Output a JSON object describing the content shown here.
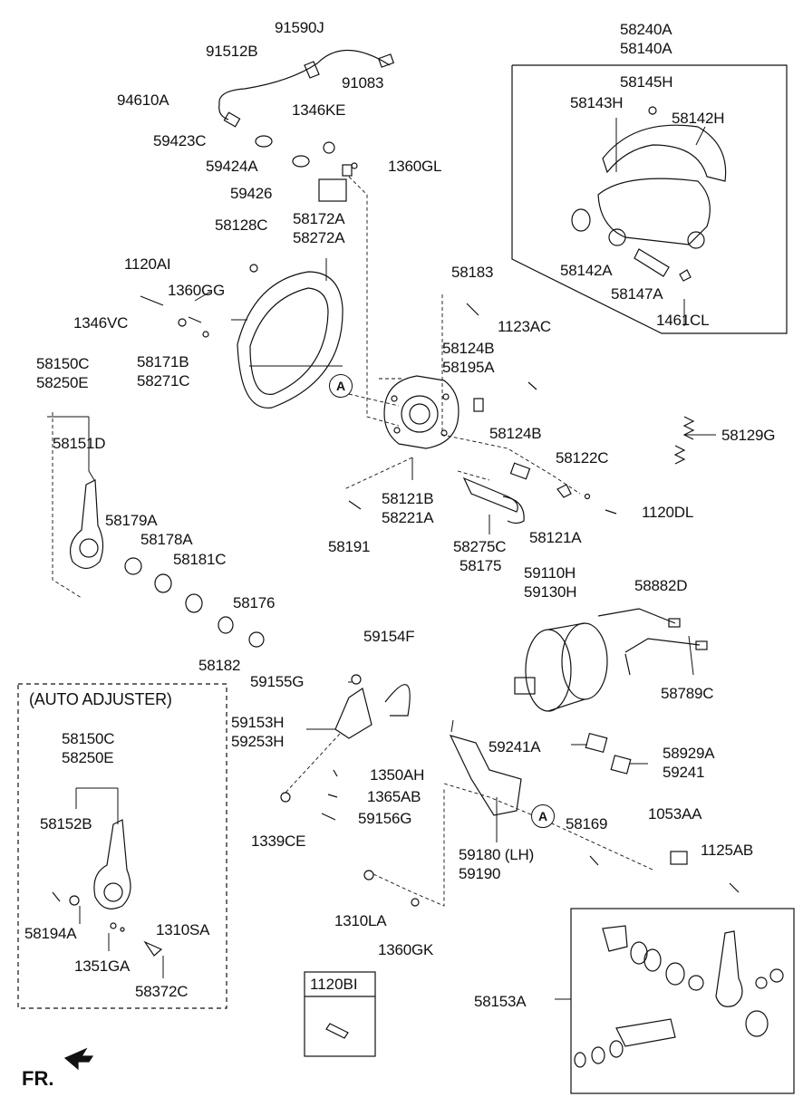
{
  "section_title": "(AUTO ADJUSTER)",
  "direction_label": "FR.",
  "callout_marker": "A",
  "inset_box_label": "1120BI",
  "labels": {
    "p91590J": "91590J",
    "p91512B": "91512B",
    "p91083": "91083",
    "p94610A": "94610A",
    "p1346KE": "1346KE",
    "p59423C": "59423C",
    "p59424A": "59424A",
    "p1360GL": "1360GL",
    "p59426": "59426",
    "p58172A": "58172A",
    "p58272A": "58272A",
    "p58128C": "58128C",
    "p1120AI": "1120AI",
    "p1360GG": "1360GG",
    "p1346VC": "1346VC",
    "p58150C_top": "58150C",
    "p58250E_top": "58250E",
    "p58171B": "58171B",
    "p58271C": "58271C",
    "p58151D": "58151D",
    "p58179A": "58179A",
    "p58178A": "58178A",
    "p58181C": "58181C",
    "p58176": "58176",
    "p58182": "58182",
    "p58240A": "58240A",
    "p58140A": "58140A",
    "p58145H": "58145H",
    "p58143H": "58143H",
    "p58142H": "58142H",
    "p58142A": "58142A",
    "p58147A": "58147A",
    "p1461CL": "1461CL",
    "p58183": "58183",
    "p1123AC": "1123AC",
    "p58124B_a": "58124B",
    "p58195A": "58195A",
    "p58124B_b": "58124B",
    "p58129G": "58129G",
    "p58122C": "58122C",
    "p1120DL": "1120DL",
    "p58121B": "58121B",
    "p58221A": "58221A",
    "p58191": "58191",
    "p58275C": "58275C",
    "p58175": "58175",
    "p58121A": "58121A",
    "p59110H": "59110H",
    "p59130H": "59130H",
    "p58882D": "58882D",
    "p58789C": "58789C",
    "p59154F": "59154F",
    "p59155G": "59155G",
    "p59153H": "59153H",
    "p59253H": "59253H",
    "p1350AH": "1350AH",
    "p1365AB": "1365AB",
    "p59156G": "59156G",
    "p1339CE": "1339CE",
    "p59241A": "59241A",
    "p58929A": "58929A",
    "p59241": "59241",
    "p59180": "59180 (LH)",
    "p59190": "59190",
    "p58169": "58169",
    "p1053AA": "1053AA",
    "p1125AB": "1125AB",
    "p1310LA": "1310LA",
    "p1360GK": "1360GK",
    "p58150C_aa": "58150C",
    "p58250E_aa": "58250E",
    "p58152B": "58152B",
    "p58194A": "58194A",
    "p1310SA": "1310SA",
    "p1351GA": "1351GA",
    "p58372C": "58372C",
    "p58153A": "58153A"
  }
}
